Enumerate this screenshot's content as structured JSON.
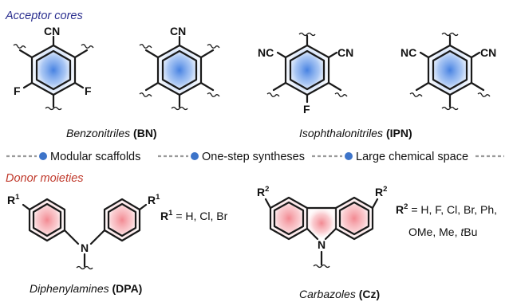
{
  "sections": {
    "acceptor_title": "Acceptor cores",
    "donor_title": "Donor moieties"
  },
  "colors": {
    "acceptor_title": "#2b2f8f",
    "donor_title": "#c0392b",
    "acceptor_fill": "#3d7be0",
    "donor_fill": "#f0747e",
    "bullet": "#3d74c9",
    "dash": "#9a9a9a"
  },
  "atoms": {
    "cn": "CN",
    "nc": "NC",
    "f": "F",
    "n": "N",
    "r": "R",
    "r1_sup": "1",
    "r2_sup": "2"
  },
  "acceptor_groups": [
    {
      "italic": "Benzonitriles",
      "bold": "(BN)"
    },
    {
      "italic": "Isophthalonitriles",
      "bold": "(IPN)"
    }
  ],
  "features": [
    "Modular scaffolds",
    "One-step syntheses",
    "Large chemical space"
  ],
  "donors": {
    "dpa": {
      "italic": "Diphenylamines",
      "bold": "(DPA)",
      "r_text": "= H, Cl, Br"
    },
    "cz": {
      "italic": "Carbazoles",
      "bold": "(Cz)",
      "r_text_line1": "= H, F, Cl, Br, Ph,",
      "r_text_line2_a": "OMe, Me, ",
      "r_text_line2_t": "t",
      "r_text_line2_b": "Bu"
    }
  }
}
